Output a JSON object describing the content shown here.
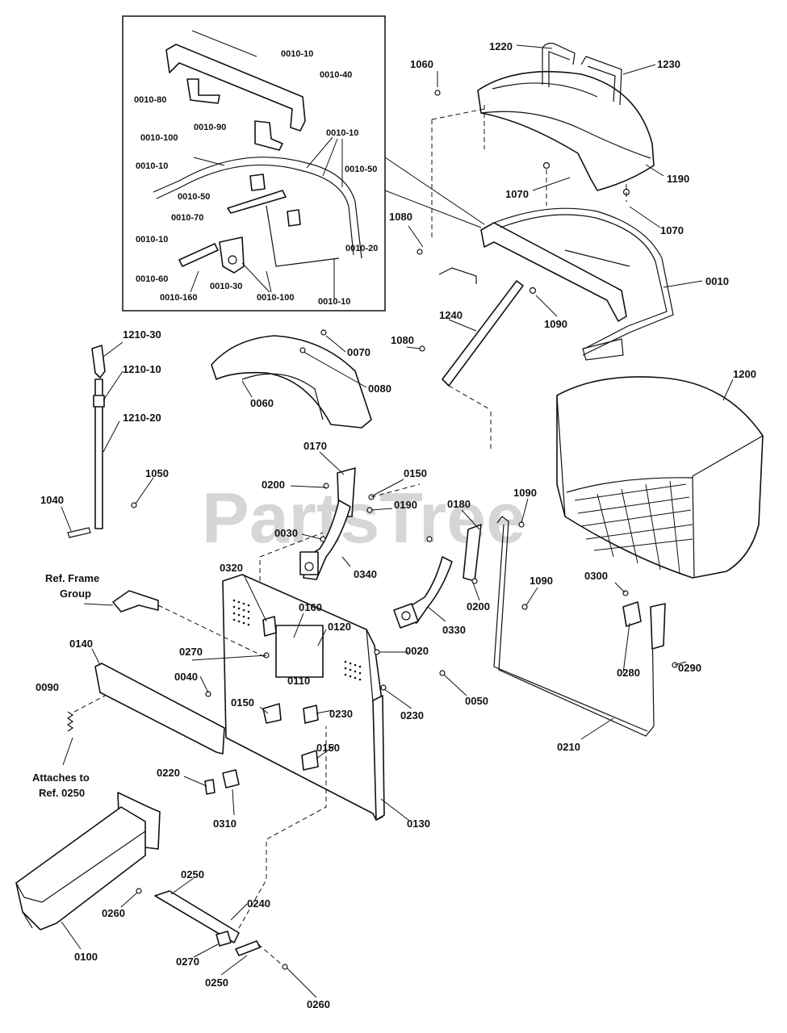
{
  "watermark": "PartsTree",
  "inset_labels": {
    "l_0010_10_top": "0010-10",
    "l_0010_40": "0010-40",
    "l_0010_80": "0010-80",
    "l_0010_90": "0010-90",
    "l_0010_100_a": "0010-100",
    "l_0010_10_mid": "0010-10",
    "l_0010_10_left": "0010-10",
    "l_0010_50_a": "0010-50",
    "l_0010_50_b": "0010-50",
    "l_0010_70": "0010-70",
    "l_0010_20": "0010-20",
    "l_0010_10_low": "0010-10",
    "l_0010_60": "0010-60",
    "l_0010_160": "0010-160",
    "l_0010_30": "0010-30",
    "l_0010_100_b": "0010-100",
    "l_0010_10_bot": "0010-10"
  },
  "labels": {
    "l_1220": "1220",
    "l_1230": "1230",
    "l_1060": "1060",
    "l_1190": "1190",
    "l_1070_a": "1070",
    "l_1070_b": "1070",
    "l_1080_a": "1080",
    "l_0010": "0010",
    "l_1090_a": "1090",
    "l_1240": "1240",
    "l_1080_b": "1080",
    "l_0070": "0070",
    "l_0080": "0080",
    "l_0060": "0060",
    "l_1210_30": "1210-30",
    "l_1210_10": "1210-10",
    "l_1210_20": "1210-20",
    "l_1050": "1050",
    "l_1040": "1040",
    "l_1200": "1200",
    "l_0170": "0170",
    "l_0200_a": "0200",
    "l_0150_a": "0150",
    "l_0190": "0190",
    "l_0180": "0180",
    "l_0030": "0030",
    "l_0340": "0340",
    "l_1090_b": "1090",
    "l_1090_c": "1090",
    "l_0200_b": "0200",
    "l_0330": "0330",
    "l_0320": "0320",
    "l_0160": "0160",
    "l_0120": "0120",
    "l_0300": "0300",
    "l_0280": "0280",
    "l_0290": "0290",
    "l_0270_a": "0270",
    "l_0020": "0020",
    "l_0140": "0140",
    "l_0040": "0040",
    "l_0110": "0110",
    "l_0090": "0090",
    "l_0150_b": "0150",
    "l_0230_a": "0230",
    "l_0230_b": "0230",
    "l_0050": "0050",
    "l_0150_c": "0150",
    "l_0210": "0210",
    "l_0220": "0220",
    "l_0310": "0310",
    "l_0130": "0130",
    "l_0250_a": "0250",
    "l_0260_a": "0260",
    "l_0240": "0240",
    "l_0100": "0100",
    "l_0270_b": "0270",
    "l_0250_b": "0250",
    "l_0260_b": "0260"
  },
  "multiline": {
    "ref_frame": [
      "Ref. Frame",
      "Group"
    ],
    "attaches": [
      "Attaches to",
      "Ref. 0250"
    ]
  }
}
